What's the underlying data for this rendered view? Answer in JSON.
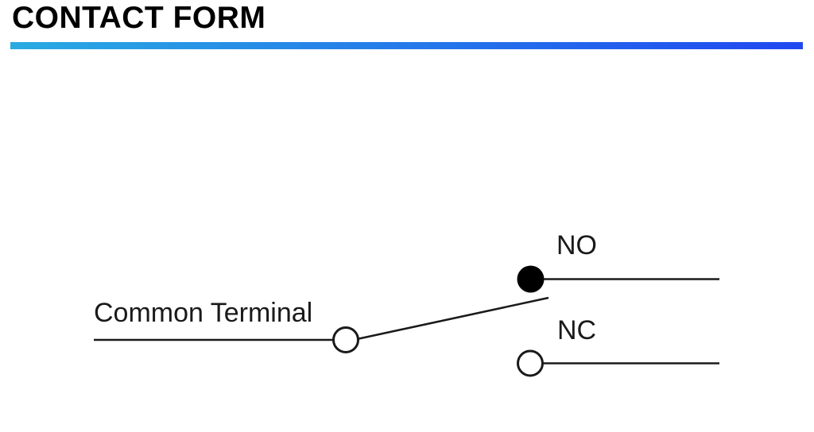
{
  "header": {
    "title": "CONTACT FORM",
    "underline": {
      "gradient_from": "#29ABE2",
      "gradient_to": "#2148F1"
    }
  },
  "diagram": {
    "labels": {
      "common": "Common Terminal",
      "no": "NO",
      "nc": "NC"
    },
    "colors": {
      "line": "#1A1A1A",
      "no_contact_fill": "#000000",
      "open_contact_fill": "#FFFFFF"
    }
  }
}
